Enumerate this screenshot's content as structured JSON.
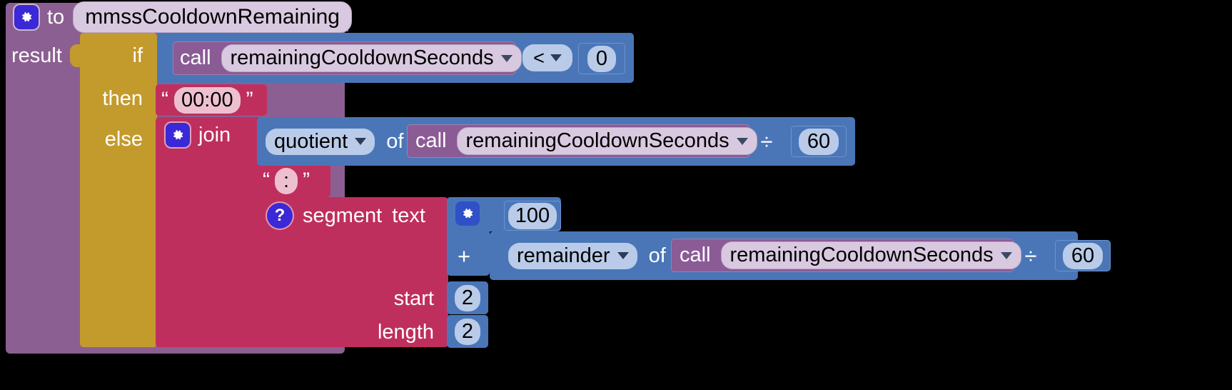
{
  "procedure": {
    "gear_icon": "gear-icon",
    "to_label": "to",
    "name": "mmssCooldownRemaining",
    "result_label": "result"
  },
  "control": {
    "if_label": "if",
    "then_label": "then",
    "else_label": "else"
  },
  "condition": {
    "call_label": "call",
    "procedure_name": "remainingCooldownSeconds",
    "operator": "<",
    "operand": "0"
  },
  "then_branch": {
    "open_quote": "“",
    "text_value": "00:00",
    "close_quote": "”"
  },
  "else_branch": {
    "join_gear_icon": "gear-icon",
    "join_label": "join",
    "arg1": {
      "op_name": "quotient",
      "of_label": "of",
      "call_label": "call",
      "procedure_name": "remainingCooldownSeconds",
      "divide_symbol": "÷",
      "divisor": "60"
    },
    "arg2": {
      "open_quote": "“",
      "text_value": ":",
      "close_quote": "”"
    },
    "arg3": {
      "help_icon": "?",
      "segment_label": "segment",
      "text_label": "text",
      "text_gear_icon": "gear-icon",
      "hundred": "100",
      "plus_symbol": "+",
      "remainder_op": "remainder",
      "of_label": "of",
      "call_label": "call",
      "procedure_name": "remainingCooldownSeconds",
      "divide_symbol": "÷",
      "divisor": "60",
      "start_label": "start",
      "start_value": "2",
      "length_label": "length",
      "length_value": "2"
    }
  },
  "colors": {
    "procedure_purple": "#8c5f92",
    "control_gold": "#c39b2d",
    "math_blue": "#4a76b8",
    "text_crimson": "#bf2f5e",
    "call_purple": "#8b5b95"
  }
}
